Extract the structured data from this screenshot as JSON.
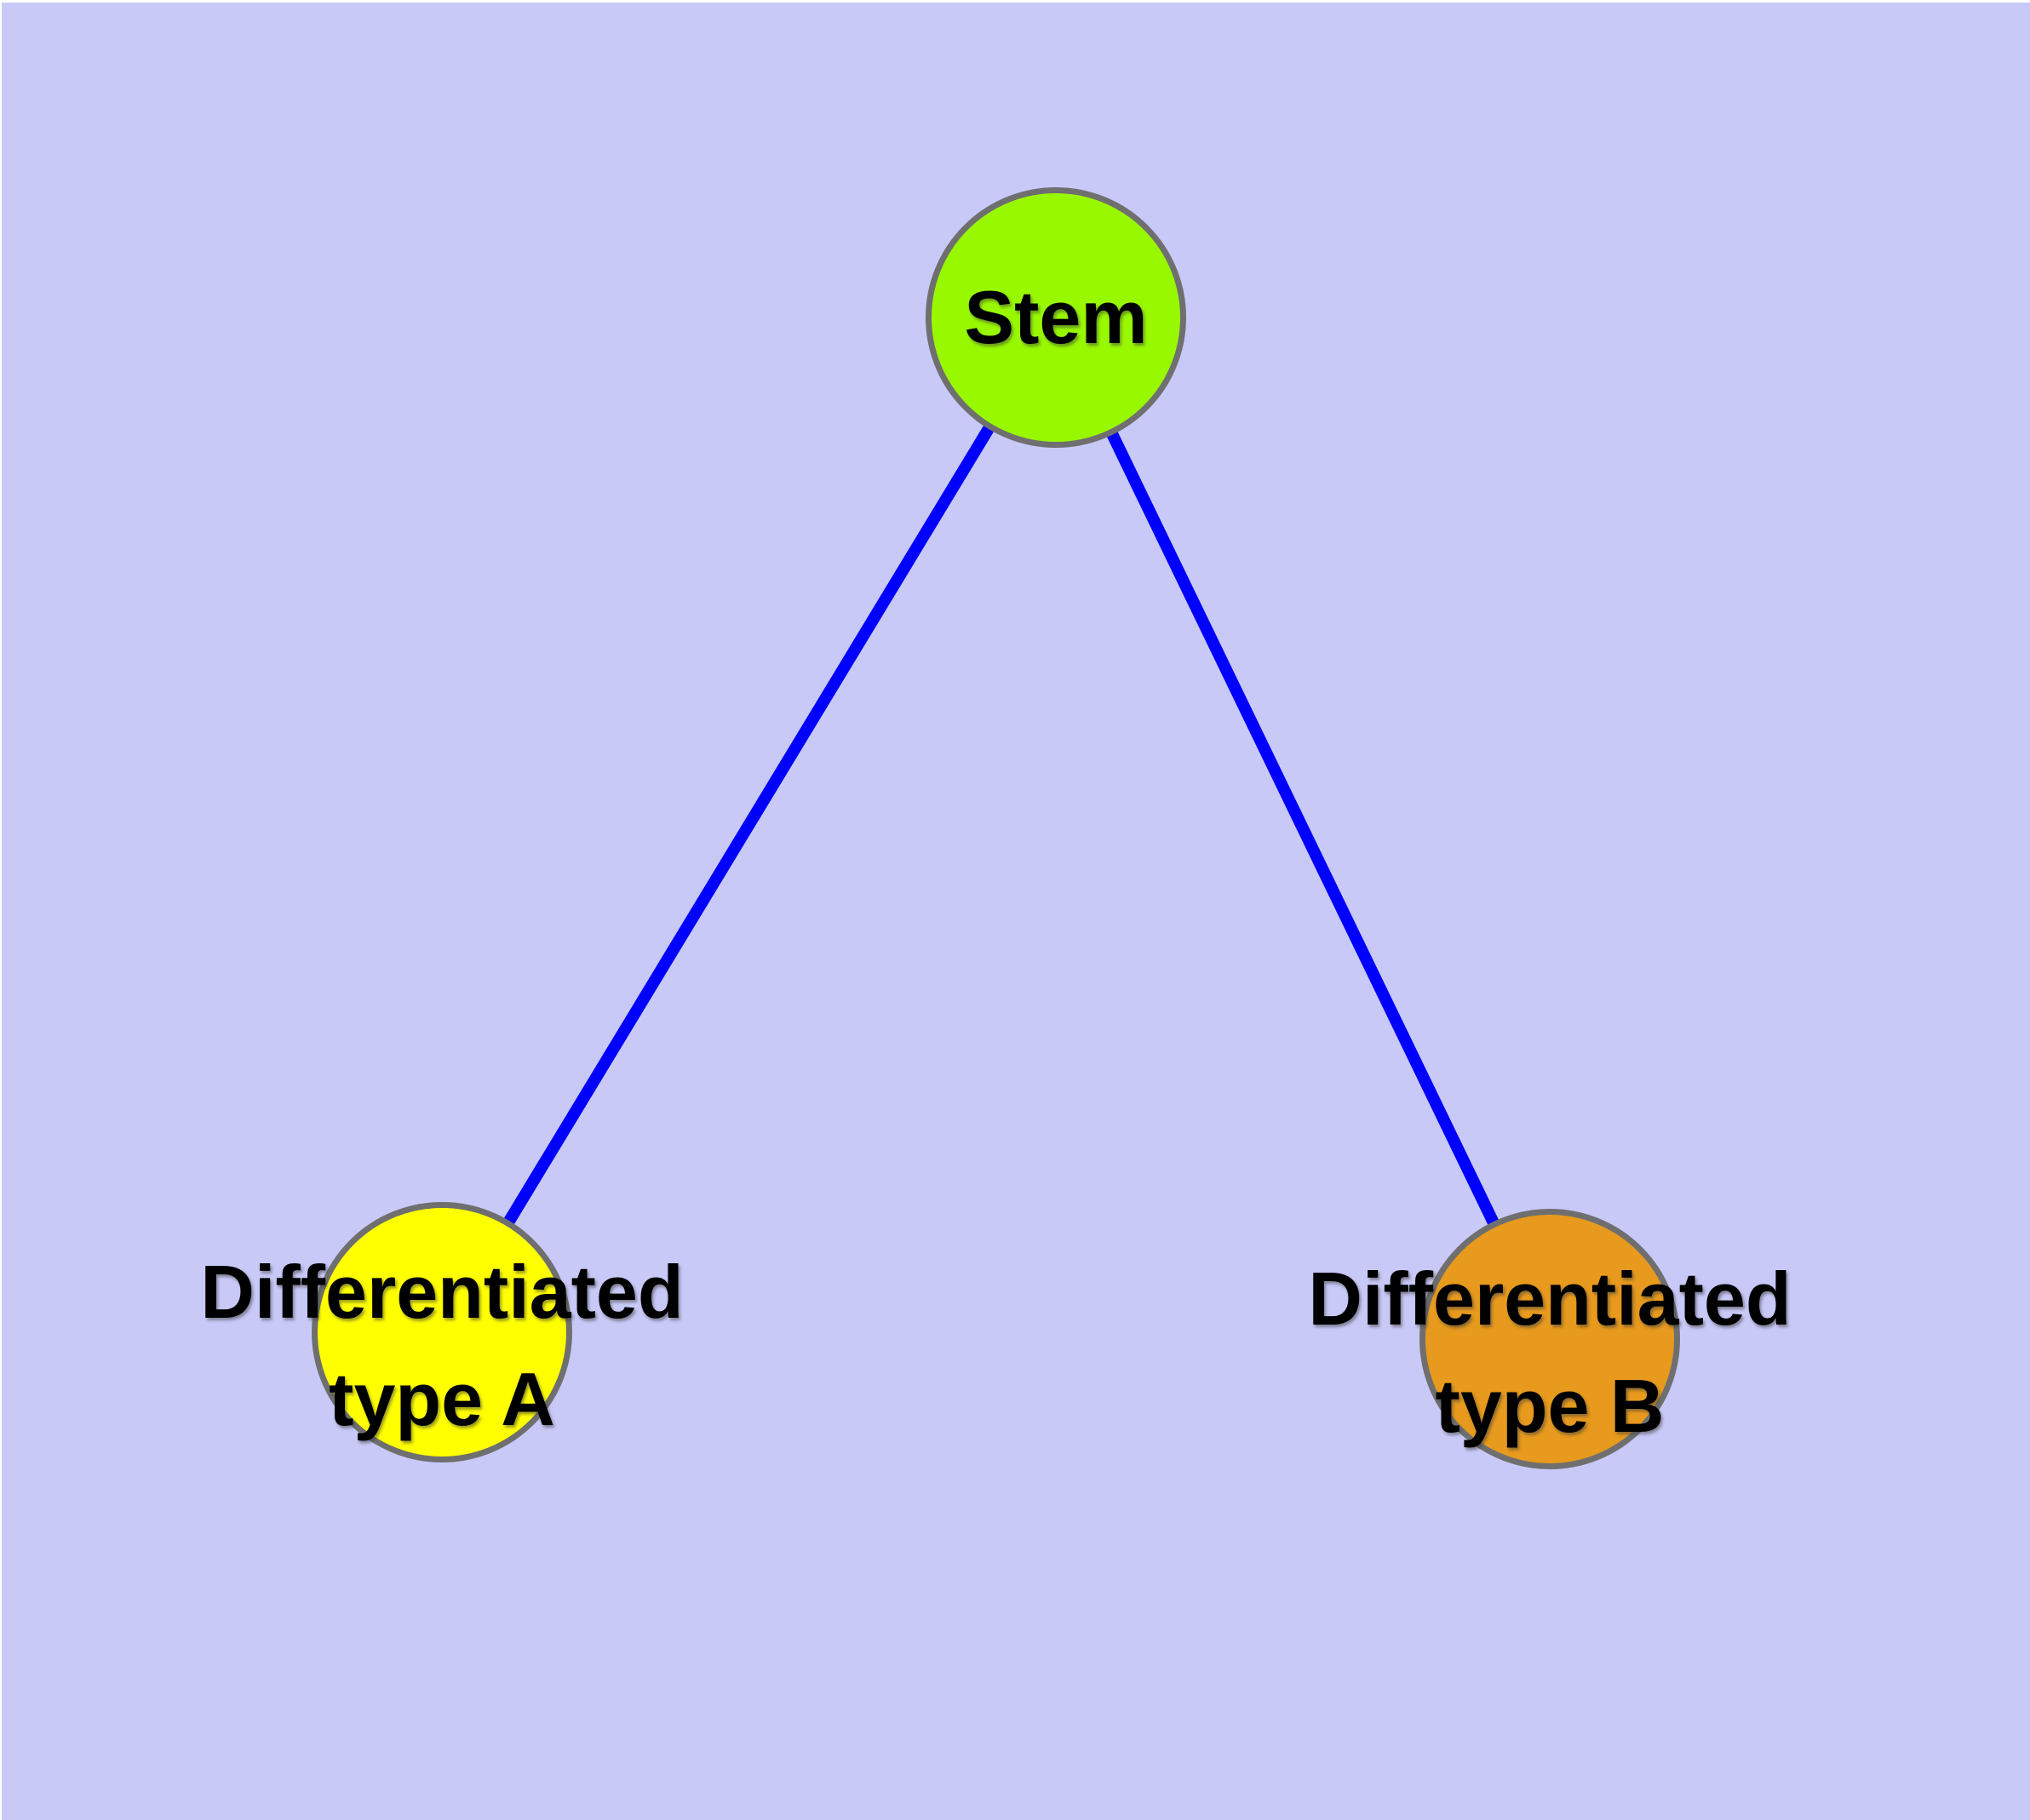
{
  "diagram": {
    "background_color": "#C9C9F8",
    "edge_color": "#0000FF",
    "node_border_color": "#6F6F6F",
    "nodes": {
      "stem": {
        "label": "Stem",
        "fill": "#98F800"
      },
      "type_a": {
        "label_line1": "Differentiated",
        "label_line2": "type A",
        "fill": "#FFFF00"
      },
      "type_b": {
        "label_line1": "Differentiated",
        "label_line2": "type B",
        "fill": "#E79A1D"
      }
    },
    "edges": [
      {
        "from": "Stem",
        "to": "Differentiated type A"
      },
      {
        "from": "Stem",
        "to": "Differentiated type B"
      }
    ]
  }
}
